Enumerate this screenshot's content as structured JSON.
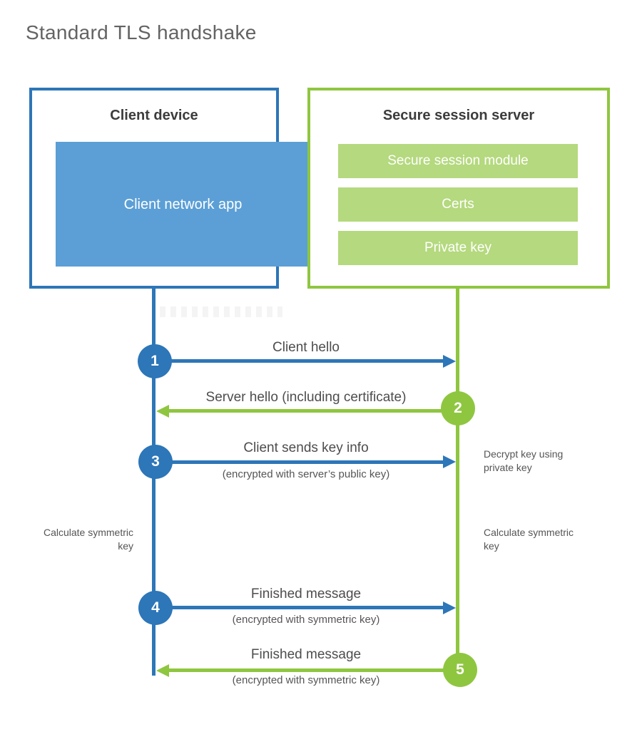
{
  "title": "Standard TLS handshake",
  "client": {
    "header": "Client device",
    "app_label": "Client network app"
  },
  "server": {
    "header": "Secure session server",
    "modules": [
      "Secure session module",
      "Certs",
      "Private key"
    ]
  },
  "steps": [
    {
      "num": "1",
      "label": "Client hello",
      "sublabel": "",
      "from": "client",
      "to": "server",
      "color": "blue"
    },
    {
      "num": "2",
      "label": "Server hello (including certificate)",
      "sublabel": "",
      "from": "server",
      "to": "client",
      "color": "green"
    },
    {
      "num": "3",
      "label": "Client sends key info",
      "sublabel": "(encrypted with server’s public key)",
      "from": "client",
      "to": "server",
      "color": "blue"
    },
    {
      "num": "4",
      "label": "Finished message",
      "sublabel": "(encrypted with symmetric key)",
      "from": "client",
      "to": "server",
      "color": "blue"
    },
    {
      "num": "5",
      "label": "Finished message",
      "sublabel": "(encrypted with symmetric key)",
      "from": "server",
      "to": "client",
      "color": "green"
    }
  ],
  "notes": {
    "decrypt": "Decrypt key using private key",
    "calculate_left": "Calculate symmetric key",
    "calculate_right": "Calculate symmetric key"
  },
  "colors": {
    "client_blue": "#2d76b8",
    "client_fill_blue": "#5b9fd6",
    "server_green": "#8fc640",
    "server_fill_green": "#b4d97e",
    "heading_text": "#3c3c3c",
    "label_text": "#4d4d4d",
    "title_text": "#636363"
  }
}
